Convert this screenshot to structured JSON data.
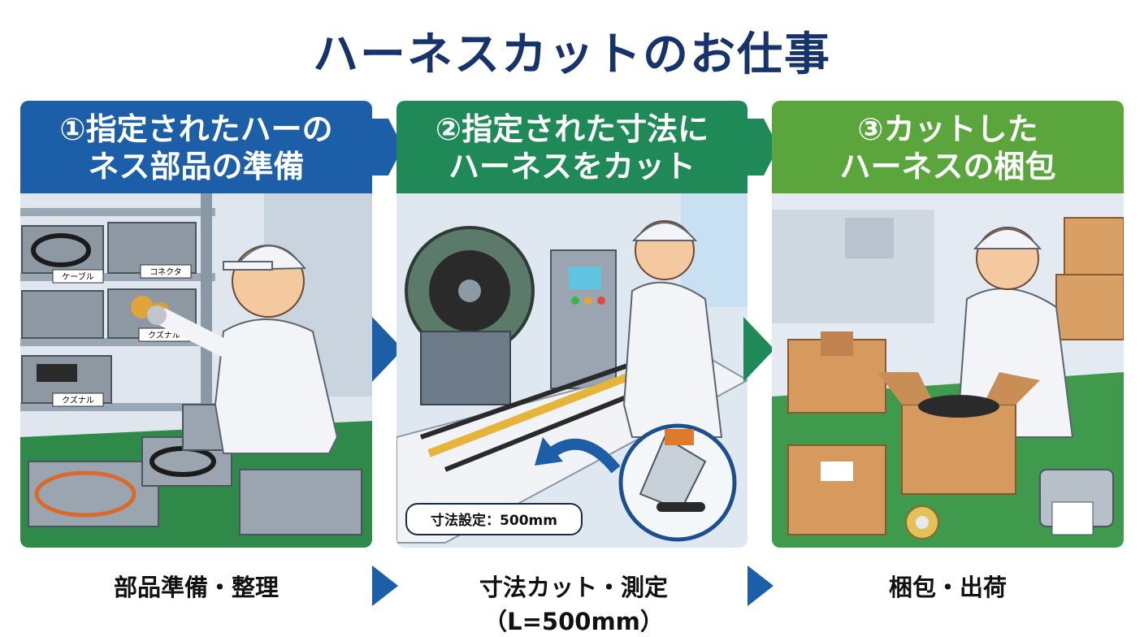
{
  "title": "ハーネスカットのお仕事",
  "steps": [
    {
      "line1": "①指定されたハーの",
      "line2": "ネス部品の準備",
      "caption": "部品準備・整理",
      "color": "#1c5fa8"
    },
    {
      "line1": "②指定された寸法に",
      "line2": "ハーネスをカット",
      "caption": "寸法カット・測定（L=500mm）",
      "color": "#1f8a57"
    },
    {
      "line1": "③カットした",
      "line2": "ハーネスの梱包",
      "caption": "梱包・出荷",
      "color": "#5aa63c"
    }
  ],
  "bin_labels": {
    "cable": "ケーブル",
    "connector": "コネクタ",
    "terminal1": "クズナル",
    "terminal2": "クズナル"
  },
  "dimension_tag": "寸法設定：500mm",
  "colors": {
    "blue": "#1c5fa8",
    "green": "#1f8a57",
    "lightgreen": "#5aa63c",
    "title": "#16336b"
  }
}
